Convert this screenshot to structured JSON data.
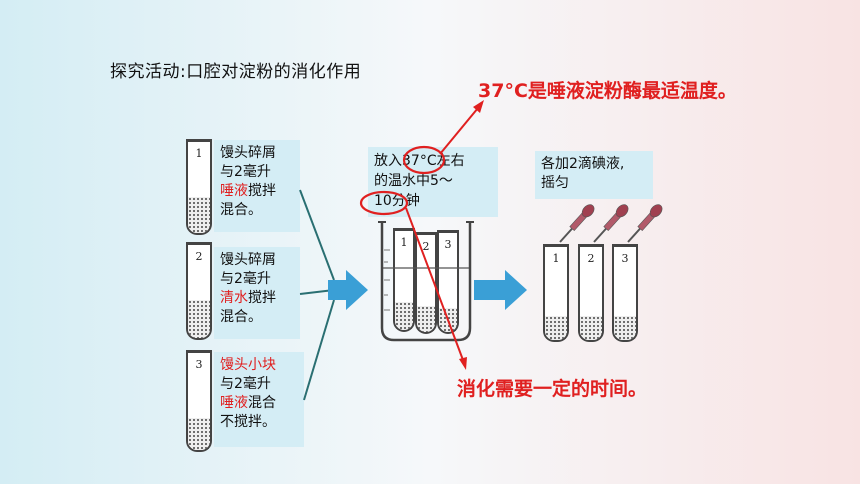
{
  "title": "探究活动:口腔对淀粉的消化作用",
  "callouts": {
    "temperature": "37°C是唾液淀粉酶最适温度。",
    "time": "消化需要一定的时间。"
  },
  "tubes": [
    {
      "number": "1",
      "lines": [
        "馒头碎屑",
        "与2毫升"
      ],
      "highlight": "唾液",
      "rest": "搅拌",
      "last": "混合。"
    },
    {
      "number": "2",
      "lines": [
        "馒头碎屑",
        "与2毫升"
      ],
      "highlight": "清水",
      "rest": "搅拌",
      "last": "混合。"
    },
    {
      "number": "3",
      "highlight_top": "馒头小块",
      "line2": "与2毫升",
      "highlight": "唾液",
      "rest": "混合",
      "last": "不搅拌。"
    }
  ],
  "bath": {
    "text_before": "放入",
    "temp": "37°C",
    "text_after": "左右",
    "line2": "的温水中5～",
    "duration": "10分",
    "unit": "钟",
    "tube_numbers": [
      "1",
      "2",
      "3"
    ]
  },
  "iodine": {
    "line1": "各加2滴碘液,",
    "line2": "摇匀",
    "tube_numbers": [
      "1",
      "2",
      "3"
    ]
  },
  "colors": {
    "accent_red": "#e02020",
    "box_bg": "#d4edf5",
    "arrow_blue": "#3a9fd6"
  }
}
